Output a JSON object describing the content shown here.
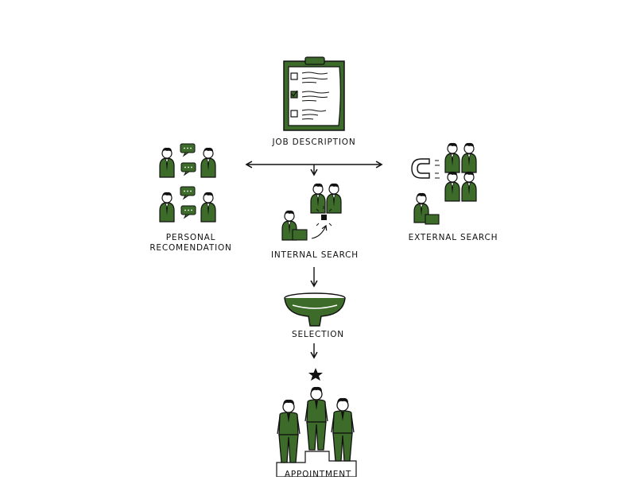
{
  "title": "",
  "colors": {
    "green": "#3d6b2a",
    "ink": "#111111",
    "paper": "#ffffff"
  },
  "nodes": {
    "job_description": {
      "label": "JOB DESCRIPTION",
      "icon": "clipboard-checklist-icon"
    },
    "personal_recommendation": {
      "line1": "PERSONAL",
      "line2": "RECOMENDATION",
      "icon": "people-chatting-icon"
    },
    "internal_search": {
      "label": "INTERNAL SEARCH",
      "icon": "internal-candidates-icon"
    },
    "external_search": {
      "label": "EXTERNAL SEARCH",
      "icon": "magnet-attracting-people-icon"
    },
    "selection": {
      "label": "SELECTION",
      "icon": "funnel-icon"
    },
    "appointment": {
      "label": "APPOINTMENT",
      "icon": "podium-winner-icon"
    }
  }
}
